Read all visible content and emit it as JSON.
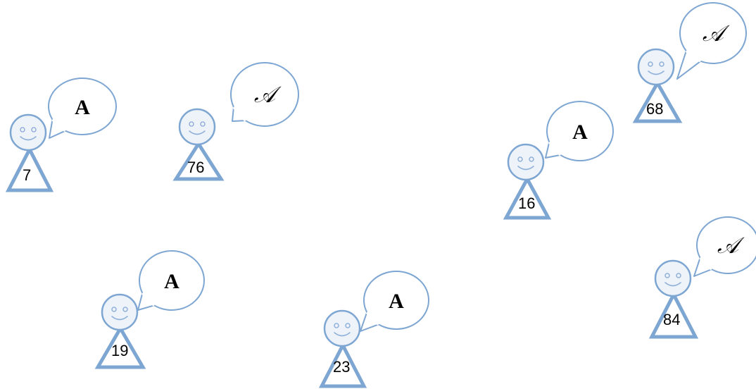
{
  "colors": {
    "outline": "#7EA6D2",
    "face_fill": "#EEF3FA",
    "bubble_fill": "#FFFFFF",
    "eyes": "#8FB0D8"
  },
  "icons": {
    "face": "smiley-face-icon",
    "body": "triangle-body-icon",
    "bubble": "speech-bubble-icon"
  },
  "figures": [
    {
      "number": "7",
      "says": "A",
      "style": "bold"
    },
    {
      "number": "76",
      "says": "𝒜",
      "style": "script"
    },
    {
      "number": "19",
      "says": "A",
      "style": "bold"
    },
    {
      "number": "23",
      "says": "A",
      "style": "bold"
    },
    {
      "number": "16",
      "says": "A",
      "style": "bold"
    },
    {
      "number": "68",
      "says": "𝒜",
      "style": "script"
    },
    {
      "number": "84",
      "says": "𝒜",
      "style": "script"
    }
  ]
}
